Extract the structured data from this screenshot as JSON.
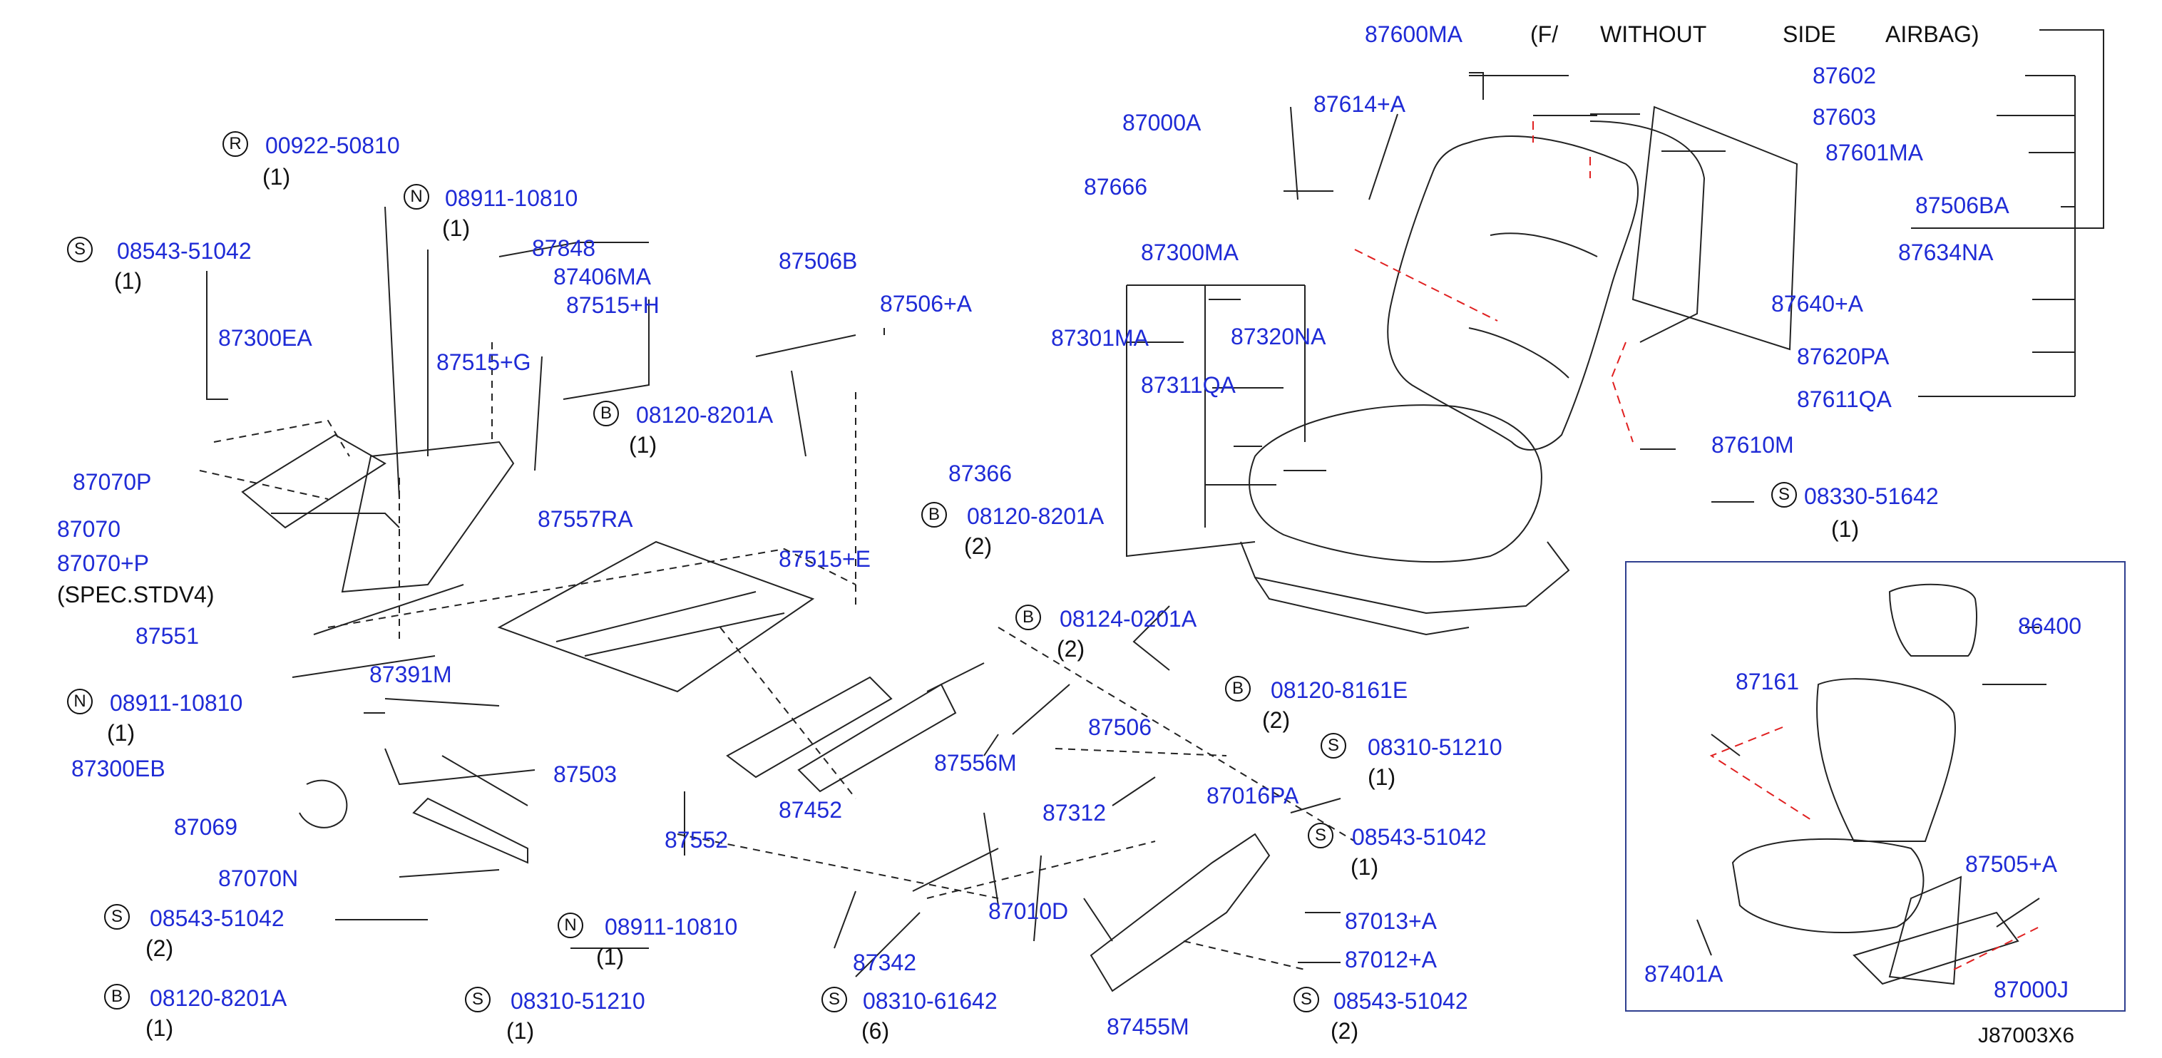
{
  "callouts": {
    "p87600MA": "87600MA",
    "p87602": "87602",
    "p87603": "87603",
    "p87601MA": "87601MA",
    "p87506BA": "87506BA",
    "p87634NA": "87634NA",
    "p87640A": "87640+A",
    "p87620PA": "87620PA",
    "p87611QA": "87611QA",
    "p87610M": "87610M",
    "p87000A": "87000A",
    "p87614A": "87614+A",
    "p87666": "87666",
    "p87300MA": "87300MA",
    "p87301MA": "87301MA",
    "p87320NA": "87320NA",
    "p87311QA": "87311QA",
    "p08330_51642": "08330-51642",
    "p00922_50810": "00922-50810",
    "p08911_10810_a": "08911-10810",
    "p08543_51042_a": "08543-51042",
    "p87848": "87848",
    "p87406MA": "87406MA",
    "p87515H": "87515+H",
    "p87300EA": "87300EA",
    "p87515G": "87515+G",
    "p08120_8201A_a": "08120-8201A",
    "p87506B": "87506B",
    "p87506A": "87506+A",
    "p87070P_a": "87070P",
    "p87070": "87070",
    "p87070P_b": "87070+P",
    "p87557RA": "87557RA",
    "p87366": "87366",
    "p08120_8201A_b": "08120-8201A",
    "p87515E": "87515+E",
    "p87551": "87551",
    "p08124_0201A": "08124-0201A",
    "p87391M": "87391M",
    "p08120_8161E": "08120-8161E",
    "p08911_10810_b": "08911-10810",
    "p87506": "87506",
    "p87300EB": "87300EB",
    "p87503": "87503",
    "p08310_51210_a": "08310-51210",
    "p87556M": "87556M",
    "p87069": "87069",
    "p87452": "87452",
    "p87016PA": "87016PA",
    "p87552": "87552",
    "p87312": "87312",
    "p87070N": "87070N",
    "p08543_51042_b": "08543-51042",
    "p08543_51042_c": "08543-51042",
    "p87010D": "87010D",
    "p08911_10810_c": "08911-10810",
    "p87013A": "87013+A",
    "p87012A": "87012+A",
    "p87342": "87342",
    "p08120_8201A_c": "08120-8201A",
    "p08310_51210_b": "08310-51210",
    "p08310_61642": "08310-61642",
    "p08543_51042_d": "08543-51042",
    "p87455M": "87455M",
    "p86400": "86400",
    "p87161": "87161",
    "p87505A": "87505+A",
    "p87401A": "87401A",
    "p87000J": "87000J"
  },
  "prefixes": {
    "S": "S",
    "N": "N",
    "B": "B",
    "R": "R"
  },
  "quantities": {
    "q1": "(1)",
    "q2": "(2)",
    "q6": "(6)"
  },
  "notes": {
    "f_open": "(F/",
    "without": "WITHOUT",
    "side": "SIDE",
    "airbag": "AIRBAG)",
    "spec": "(SPEC.STDV4)"
  },
  "diagram_code": "J87003X6",
  "colors": {
    "part_number": "#1f2bd6",
    "text": "#111111",
    "drawing": "#222222",
    "highlight_dash": "#e02020",
    "inset_border": "#2f3f8f"
  }
}
